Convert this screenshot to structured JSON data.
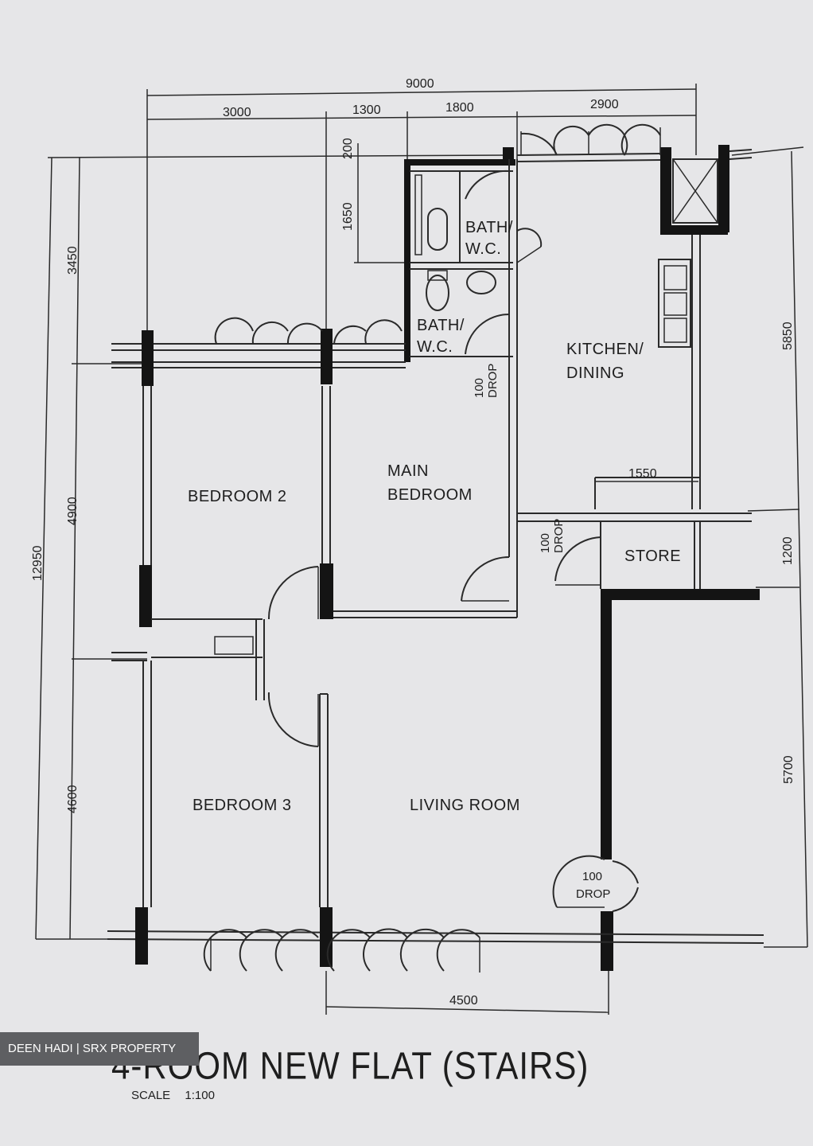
{
  "rooms": {
    "bath_wc_1": "BATH/\nW.C.",
    "bath_wc_2": "BATH/\nW.C.",
    "kitchen_dining": "KITCHEN/\nDINING",
    "main_bedroom": "MAIN\nBEDROOM",
    "bedroom_2": "BEDROOM 2",
    "bedroom_3": "BEDROOM 3",
    "living_room": "LIVING ROOM",
    "store": "STORE"
  },
  "drops": {
    "drop_bath": "100\nDROP",
    "drop_store": "100\nDROP",
    "drop_living": "100\nDROP"
  },
  "dimensions": {
    "overall_width": "9000",
    "top_3000": "3000",
    "top_1300": "1300",
    "top_1800": "1800",
    "top_2900": "2900",
    "left_200": "200",
    "left_1650": "1650",
    "left_3450": "3450",
    "left_12950": "12950",
    "left_4900": "4900",
    "left_4600": "4600",
    "right_5850": "5850",
    "right_1200": "1200",
    "right_5700": "5700",
    "kitchen_1550": "1550",
    "bottom_4500": "4500"
  },
  "title": {
    "main": "4-ROOM NEW FLAT (STAIRS)",
    "scale_label": "SCALE",
    "scale_value": "1:100"
  },
  "watermark": "DEEN HADI | SRX PROPERTY"
}
